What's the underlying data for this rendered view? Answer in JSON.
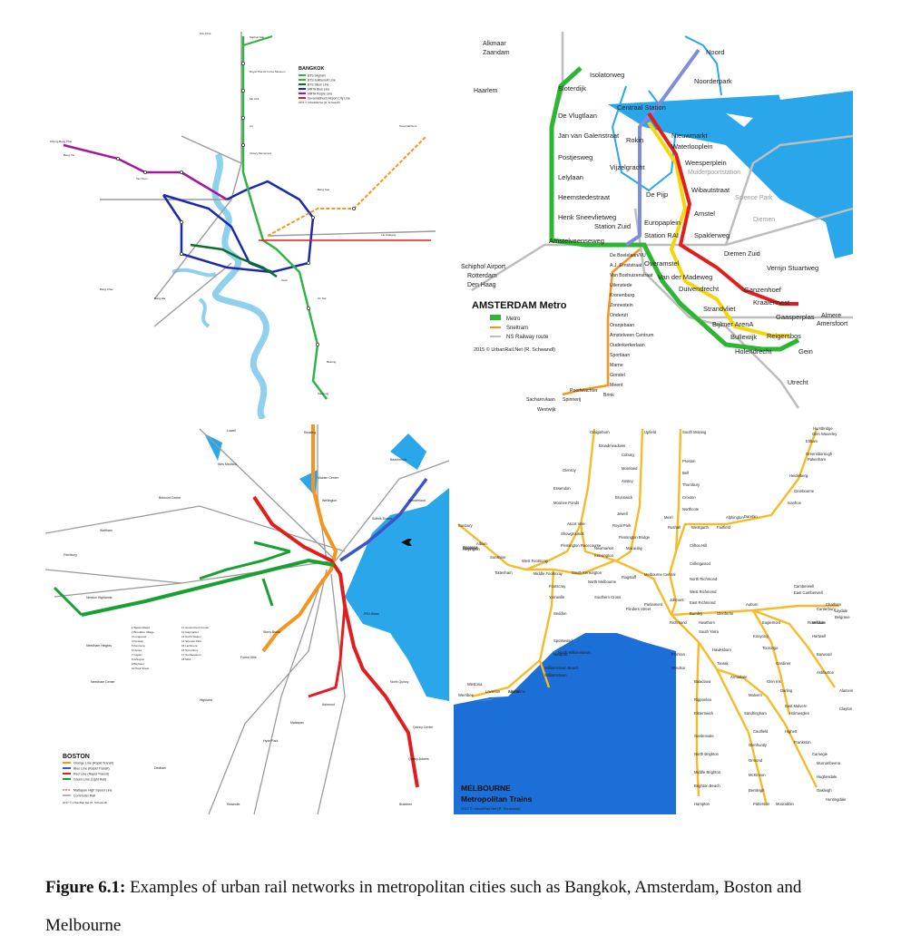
{
  "bangkok": {
    "legend_title": "BANGKOK",
    "legend": [
      "BTS Skytrain",
      "BTS Sukhumvit Line",
      "BTS Silom Line",
      "MRTA Blue Line",
      "MRTA Purple Line",
      "Suvarnabhumi Airport City Line"
    ],
    "credit": "2015 © UrbanRail.Net (R. Schwandl)"
  },
  "amsterdam": {
    "title": "AMSTERDAM Metro",
    "legend": [
      "Metro",
      "Sneltram",
      "NS Railway route"
    ],
    "credit": "2015 © UrbanRail.Net (R. Schwandl)",
    "stations": [
      "Isolatorweg",
      "Sloterdijk",
      "De Vlugtlaan",
      "Jan van Galenstraat",
      "Postjesweg",
      "Lelylaan",
      "Heemstedestraat",
      "Henk Sneevlietweg",
      "Amstelveenseweg",
      "Station Zuid",
      "Europaplein",
      "Station RAI",
      "De Pijp",
      "Vijzelgracht",
      "Rokin",
      "Centraal Station",
      "Nieuwmarkt",
      "Waterlooplein",
      "Weesperplein",
      "Wibautstraat",
      "Amstel",
      "Spaklerweg",
      "Overamstel",
      "Van der Madeweg",
      "Duivendrecht",
      "Strandvliet",
      "Bijlmer ArenA",
      "Bullewijk",
      "Holendrecht",
      "Reigersbos",
      "Gein",
      "Verrijn Stuartweg",
      "Ganzenhoef",
      "Kraaiennest",
      "Gaasperplas",
      "Noord",
      "Noorderpark",
      "De Boelelaan/VU",
      "A.J. Ernststraat",
      "Van Boshuizenstraat",
      "Uilenstede",
      "Kronenburg",
      "Zonnestein",
      "Onderuit",
      "Oranjebaan",
      "Amstelveen Centrum",
      "Ouderkerkerlaan",
      "Sportlaan",
      "Marne",
      "Gondel",
      "Meent",
      "Brink",
      "Poortwachter",
      "Spinnerij",
      "Sacharovlaan",
      "Westwijk"
    ],
    "places": [
      "Alkmaar",
      "Zaandam",
      "Haarlem",
      "Schiphol Airport",
      "Rotterdam",
      "Den Haag",
      "Utrecht",
      "Almere",
      "Amersfoort",
      "Muiderpoortstation",
      "Science Park",
      "Diemen",
      "Diemen Zuid"
    ]
  },
  "boston": {
    "title": "BOSTON",
    "legend": [
      "Orange Line (Rapid Transit)",
      "Blue Line (Rapid Transit)",
      "Red Line (Rapid Transit)",
      "Green Line (Light Rail)",
      "Mattapan High Speed Line",
      "Commuter Rail"
    ],
    "credit": "2017 © UrbanRail.Net (R. Schwandl)"
  },
  "melbourne": {
    "title1": "MELBOURNE",
    "title2": "Metropolitan Trains",
    "credit": "2012 © UrbanRail.Net (R. Schwandl)",
    "stations": [
      "Craigieburn",
      "Upfield",
      "South Morang",
      "Hurstbridge",
      "Broadmeadows",
      "Coburg",
      "Preston",
      "Eltham",
      "Glenroy",
      "Moreland",
      "Bell",
      "Greensborough",
      "Essendon",
      "Anstey",
      "Thornbury",
      "Heidelberg",
      "Moonee Ponds",
      "Brunswick",
      "Croxton",
      "Ivanhoe",
      "Jewell",
      "Northcote",
      "Darebin",
      "Ascot Vale",
      "Royal Park",
      "Merri",
      "Rushall",
      "Westgarth",
      "Fairfield",
      "Alphington",
      "Sunbury",
      "Albion",
      "Sunshine",
      "Tottenham",
      "West Footscray",
      "Middle Footscray",
      "Footscray",
      "Showgrounds",
      "Flemington Racecourse",
      "Newmarket",
      "Kensington",
      "Macaulay",
      "Flemington Bridge",
      "Clifton Hill",
      "Collingwood",
      "North Richmond",
      "West Richmond",
      "South Kensington",
      "North Melbourne",
      "Flagstaff",
      "Melbourne Central",
      "Parliament",
      "Jolimont",
      "Southern Cross",
      "Flinders Street",
      "Richmond",
      "East Richmond",
      "Burnley",
      "Hawthorn",
      "Glenferrie",
      "Auburn",
      "Camberwell",
      "East Camberwell",
      "Canterbury",
      "Chatham",
      "Lilydale",
      "Belgrave",
      "Seddon",
      "Yarraville",
      "Spotswood",
      "Newport",
      "North Williamstown",
      "Williamstown Beach",
      "Williamstown",
      "Werribee",
      "Laverton",
      "Altona",
      "Westona",
      "Seaholme",
      "South Yarra",
      "Prahran",
      "Windsor",
      "Hawksburn",
      "Toorak",
      "Armadale",
      "Malvern",
      "Kooyong",
      "Tooronga",
      "Gardiner",
      "Glen Iris",
      "Darling",
      "East Malvern",
      "Holmesglen",
      "Alamein",
      "Ashburton",
      "Burwood",
      "Hartwell",
      "Willison",
      "Riversdale",
      "Balaclava",
      "Ripponlea",
      "Elsternwick",
      "Gardenvale",
      "North Brighton",
      "Middle Brighton",
      "Brighton Beach",
      "Hampton",
      "Sandringham",
      "Caulfield",
      "Glenhuntly",
      "Ormond",
      "McKinnon",
      "Bentleigh",
      "Patterson",
      "Moorabbin",
      "Highett",
      "Frankston",
      "Carnegie",
      "Murrumbeena",
      "Hughesdale",
      "Oakleigh",
      "Huntingdale",
      "Clayton",
      "Cranbourne",
      "Pakenham",
      "Glen Waverley",
      "Eaglemont",
      "Rosanna",
      "Macleod",
      "Heyington"
    ]
  },
  "caption": {
    "label": "Figure 6.1:",
    "text": "Examples of urban rail networks in metropolitan cities such as Bangkok, Amsterdam, Boston and Melbourne"
  }
}
